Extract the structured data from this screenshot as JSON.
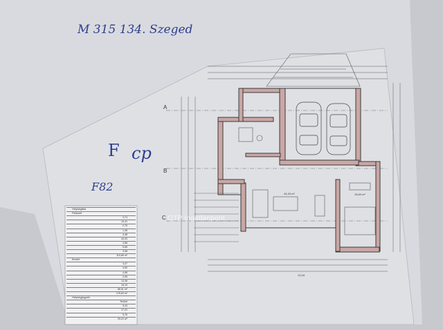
{
  "handwriting": {
    "header": "M 315 134. Szeged",
    "block_letter": "F",
    "initials": "cp",
    "code": "F82"
  },
  "plan_labels": {
    "axis_a": "A",
    "axis_b": "B",
    "axis_c": "C",
    "room_living": "44,33 m²",
    "room_bedroom": "15,60 m²",
    "total_width": "13,18"
  },
  "table": {
    "rows": [
      {
        "label": "Helyiséglista",
        "value": ""
      },
      {
        "label": "Földszint",
        "value": ""
      },
      {
        "label": "",
        "value": "3,74"
      },
      {
        "label": "",
        "value": "10,41"
      },
      {
        "label": "",
        "value": "2,75"
      },
      {
        "label": "",
        "value": "1,08"
      },
      {
        "label": "",
        "value": "4,38"
      },
      {
        "label": "",
        "value": "44,33"
      },
      {
        "label": "",
        "value": "2,88"
      },
      {
        "label": "",
        "value": "5,65"
      },
      {
        "label": "",
        "value": "3,98"
      },
      {
        "label": "",
        "value": "119,66 m²"
      },
      {
        "label": "Emelet",
        "value": ""
      },
      {
        "label": "",
        "value": "3,47"
      },
      {
        "label": "",
        "value": "4,90"
      },
      {
        "label": "",
        "value": "4,98"
      },
      {
        "label": "",
        "value": "2,96"
      },
      {
        "label": "",
        "value": "13,38"
      },
      {
        "label": "",
        "value": "15,19"
      },
      {
        "label": "",
        "value": "56,91 m²"
      },
      {
        "label": "",
        "value": "176,63 m²"
      },
      {
        "label": "Helyiségjegyzék",
        "value": ""
      },
      {
        "label": "",
        "value": "Terület"
      },
      {
        "label": "",
        "value": "5,43"
      },
      {
        "label": "",
        "value": "17,22"
      },
      {
        "label": "",
        "value": "5,76"
      },
      {
        "label": "",
        "value": "29,24 m²"
      }
    ]
  },
  "watermark": "OTP Ingatlanpont",
  "colors": {
    "background": "#7d8189",
    "paper": "#dcdde2",
    "ink": "#2c3d8f",
    "wall": "#4a4a4a",
    "wall_fill": "#c9a7a5"
  }
}
